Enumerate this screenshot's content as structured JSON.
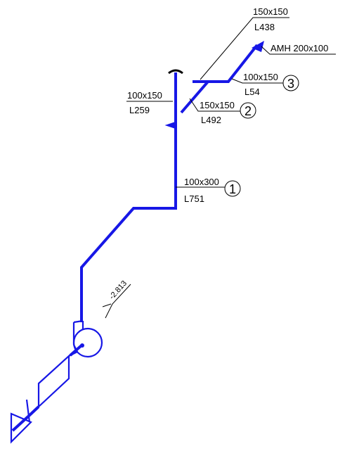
{
  "labels": {
    "seg1_size": "100x300",
    "seg1_len": "L751",
    "seg1_num": "1",
    "seg2_size": "150x150",
    "seg2_len": "L492",
    "seg2_num": "2",
    "seg3_size": "100x150",
    "seg3_len": "L54",
    "seg3_num": "3",
    "top_size": "150x150",
    "top_len": "L438",
    "grille": "AMH 200x100",
    "left_size": "100x150",
    "left_len": "L259",
    "elevation": "-2.813"
  },
  "colors": {
    "duct": "#1717e6",
    "annotation": "#000000"
  }
}
